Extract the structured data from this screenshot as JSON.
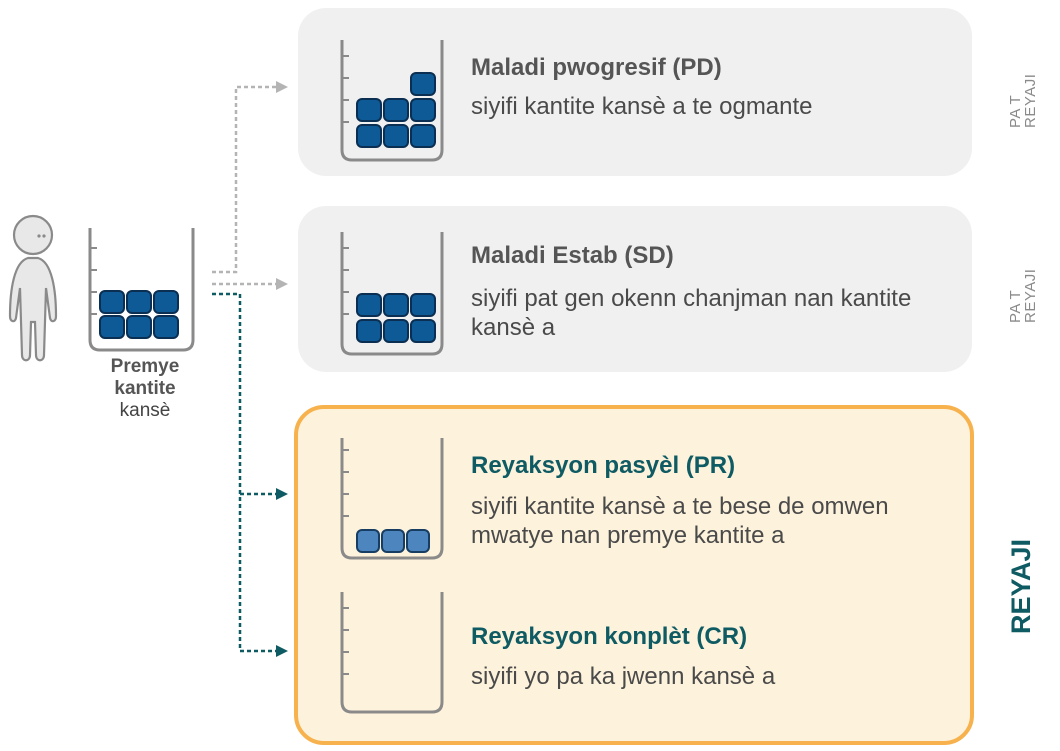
{
  "baseline": {
    "label_line1": "Premye",
    "label_line2": "kantite",
    "label_line3": "kansè"
  },
  "categories": [
    {
      "title": "Maladi pwogresif (PD)",
      "description": "siyifi kantite kansè a te ogmante"
    },
    {
      "title": "Maladi Estab (SD)",
      "description": "siyifi pat gen okenn chanjman nan kantite kansè a"
    },
    {
      "title": "Reyaksyon pasyèl (PR)",
      "description": "siyifi kantite kansè a te bese de omwen mwatye nan premye kantite a"
    },
    {
      "title": "Reyaksyon konplèt (CR)",
      "description": "siyifi yo pa ka jwenn kansè a"
    }
  ],
  "side_labels": {
    "pd_line1": "PA T",
    "pd_line2": "REYAJI",
    "sd_line1": "PA T",
    "sd_line2": "REYAJI",
    "response": "REYAJI"
  },
  "colors": {
    "block_dark": "#0d5a96",
    "block_light": "#4d86bf",
    "teal": "#0f5b63",
    "response_border": "#f7b24e",
    "response_bg": "#fdf2dc",
    "card_bg": "#f0f0f0",
    "arrow_gray": "#b4b4b4"
  }
}
